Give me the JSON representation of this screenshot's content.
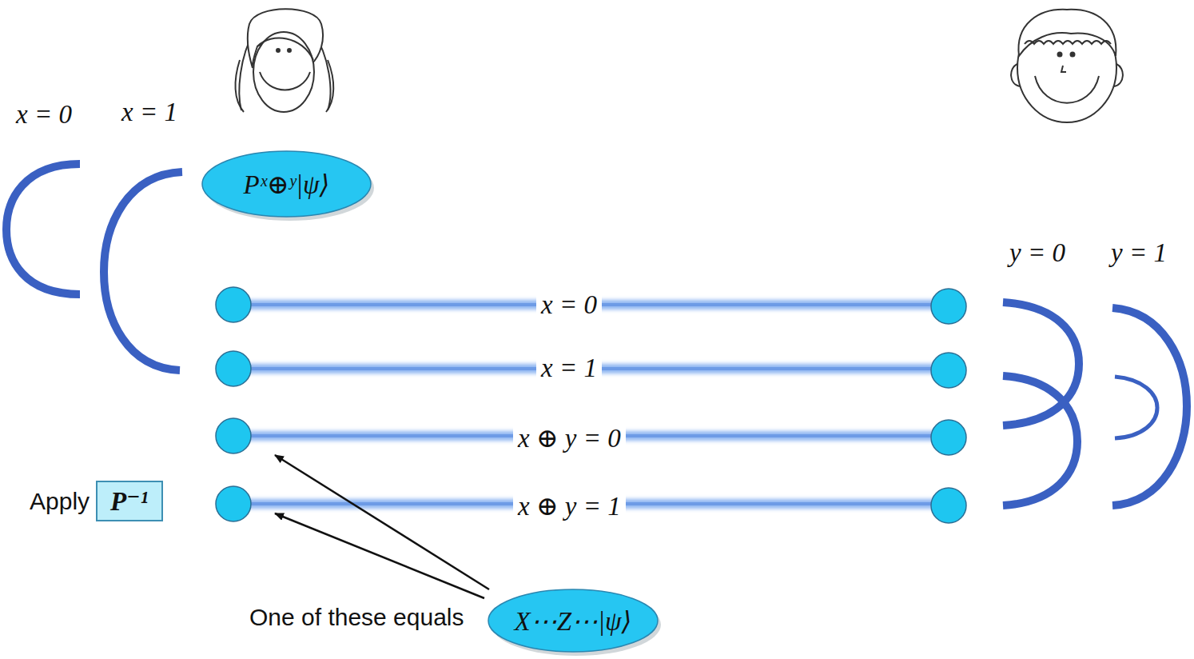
{
  "diagram": {
    "nodes": [
      {
        "text": [
          "Pˣ⊕ʸ|ψ⟩"
        ]
      },
      {
        "text": [
          "Apply",
          "P⁻¹"
        ]
      },
      {
        "text": [
          "X⋯Z⋯|ψ⟩"
        ]
      }
    ],
    "labels": [
      "x = 0",
      "x = 1",
      "y = 0",
      "y = 1",
      "x = 0",
      "x = 1",
      "x ⊕ y = 0",
      "x ⊕ y = 1",
      "One of these equals"
    ]
  }
}
